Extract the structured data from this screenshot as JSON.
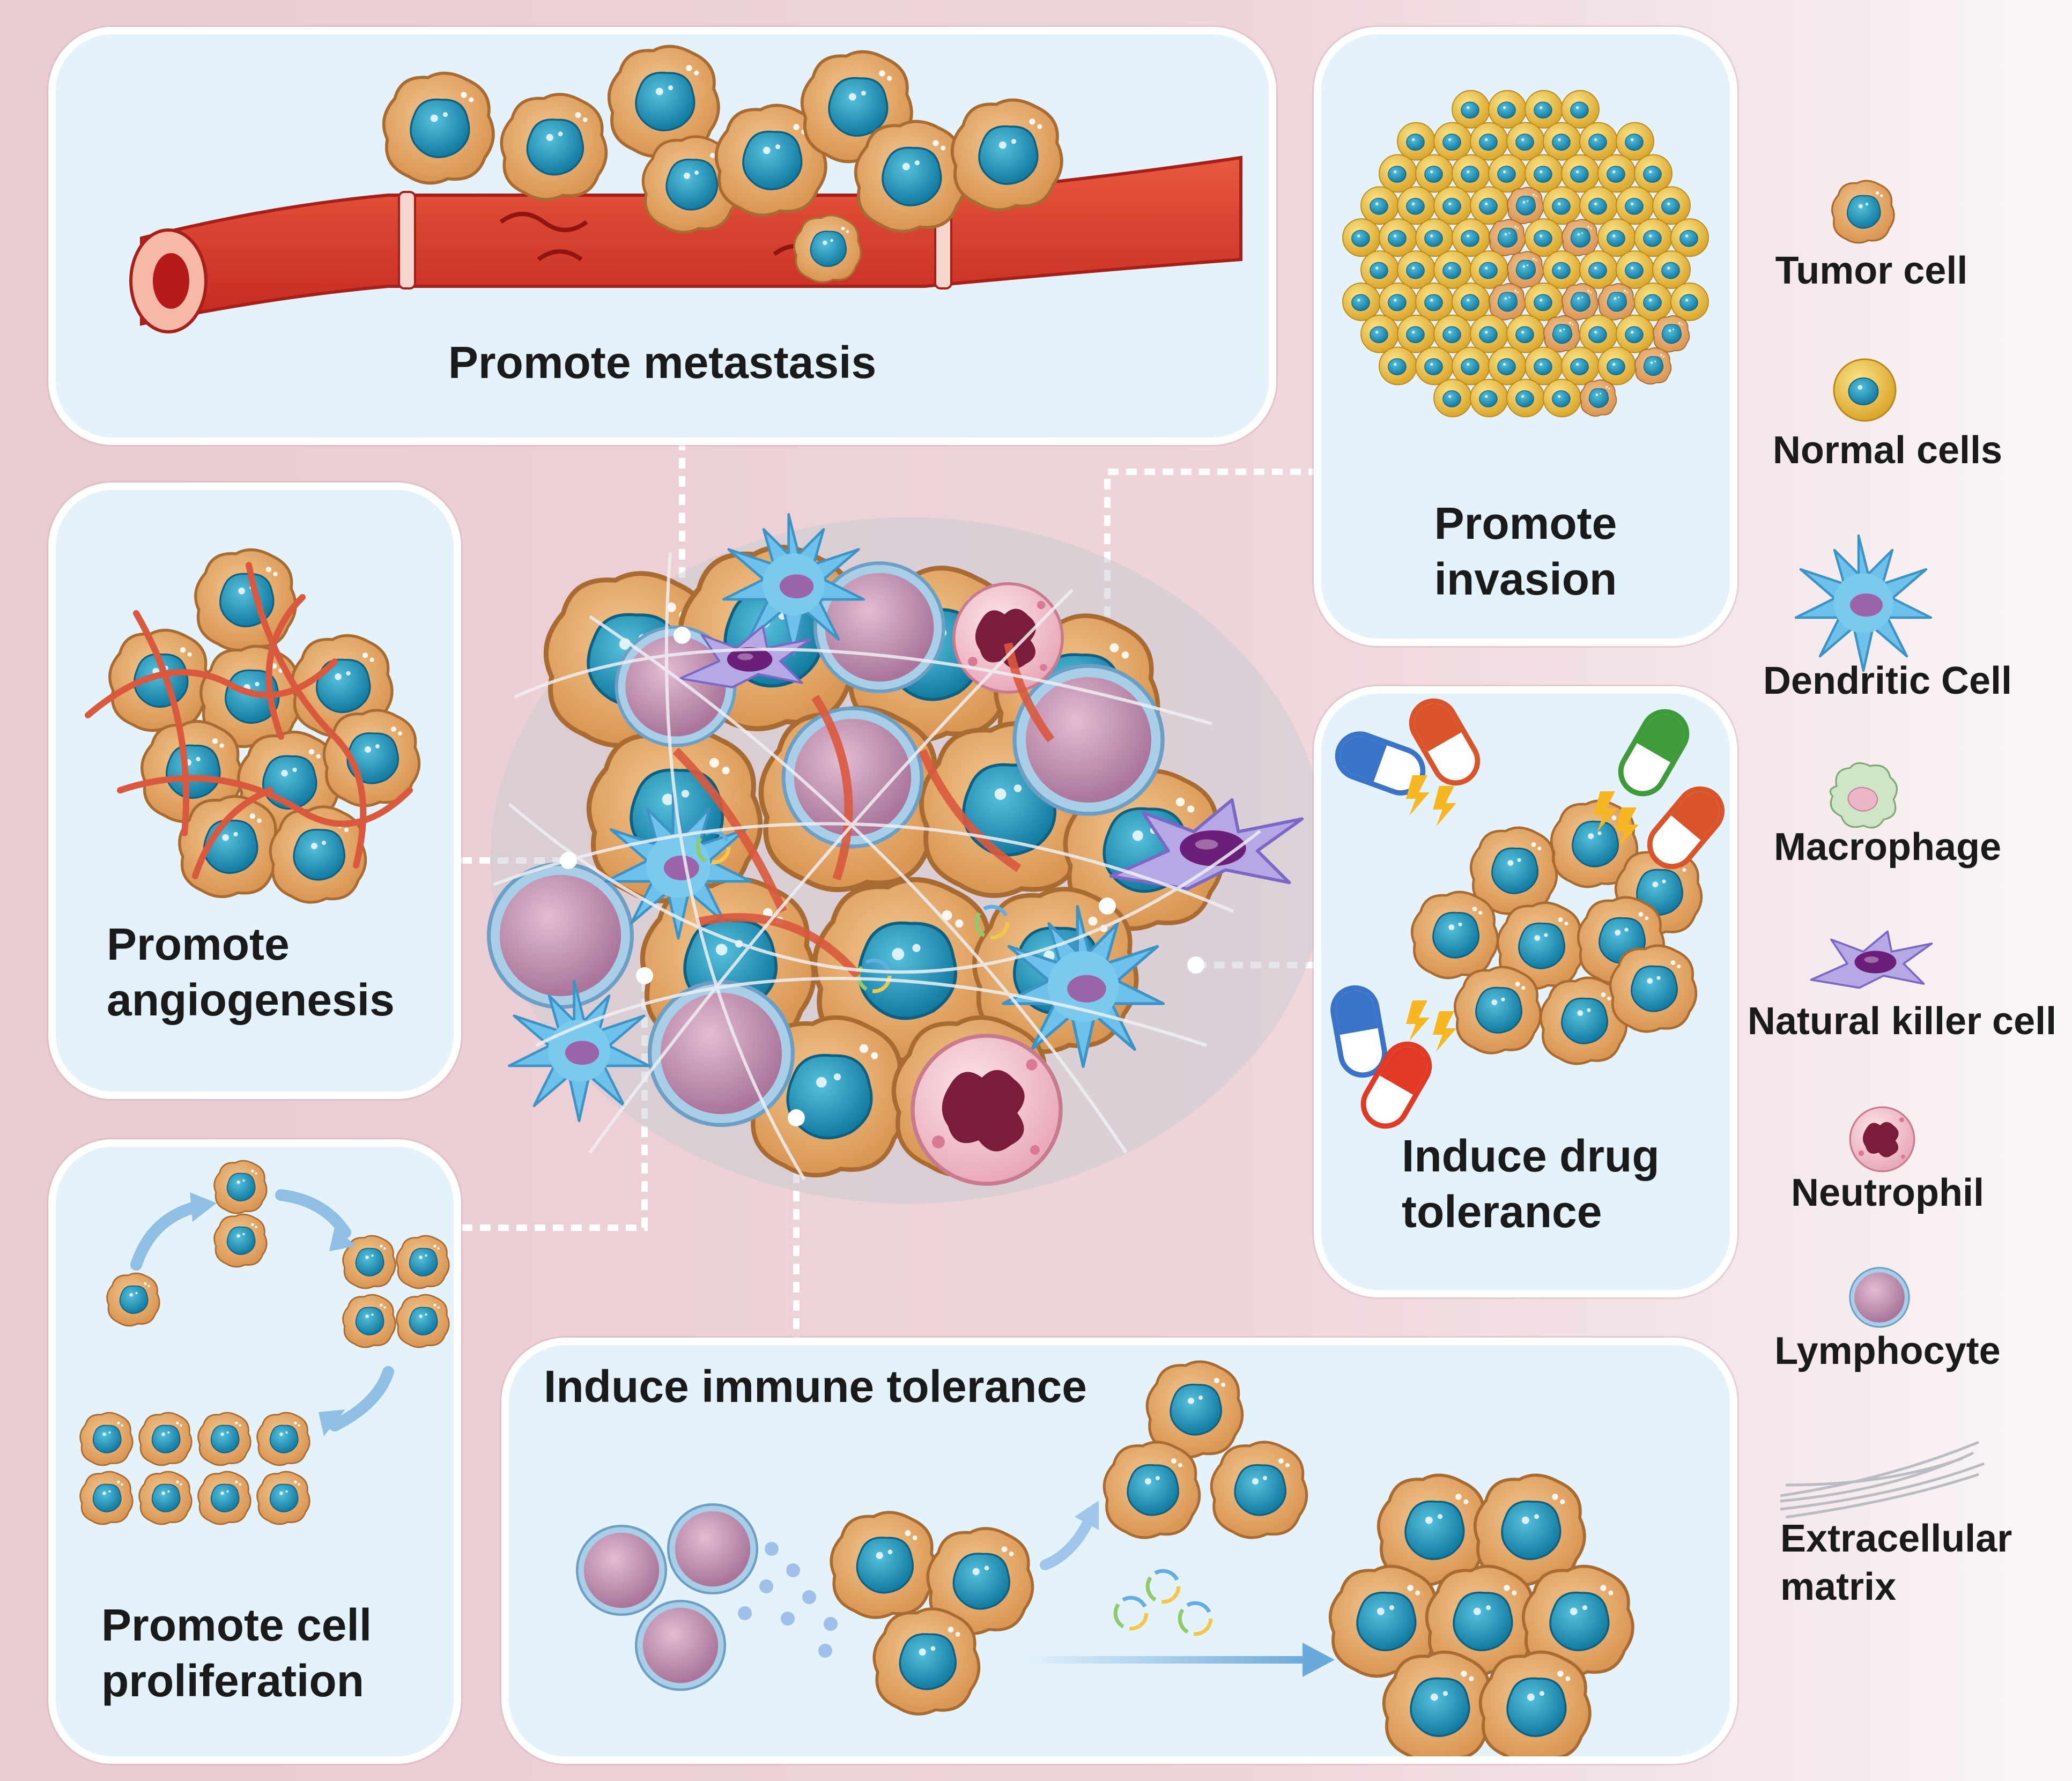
{
  "panels": {
    "metastasis": {
      "title": "Promote metastasis"
    },
    "invasion": {
      "title_lines": [
        "Promote",
        "invasion"
      ]
    },
    "angiogenesis": {
      "title_lines": [
        "Promote",
        "angiogenesis"
      ]
    },
    "drug_tolerance": {
      "title_lines": [
        "Induce drug",
        "tolerance"
      ]
    },
    "proliferation": {
      "title_lines": [
        "Promote cell",
        "proliferation"
      ]
    },
    "immune_tolerance": {
      "title": "Induce immune tolerance"
    }
  },
  "legend": [
    {
      "icon": "tumor-cell-icon",
      "label_lines": [
        "Tumor cell"
      ]
    },
    {
      "icon": "normal-cell-icon",
      "label_lines": [
        "Normal cells"
      ]
    },
    {
      "icon": "dendritic-cell-icon",
      "label_lines": [
        "Dendritic Cell"
      ]
    },
    {
      "icon": "macrophage-icon",
      "label_lines": [
        "Macrophage"
      ]
    },
    {
      "icon": "natural-killer-cell-icon",
      "label_lines": [
        "Natural killer cell"
      ]
    },
    {
      "icon": "neutrophil-icon",
      "label_lines": [
        "Neutrophil"
      ]
    },
    {
      "icon": "lymphocyte-icon",
      "label_lines": [
        "Lymphocyte"
      ]
    },
    {
      "icon": "extracellular-matrix-icon",
      "label_lines": [
        "Extracellular",
        "matrix"
      ]
    }
  ],
  "colors": {
    "tumor_outer": "#e3a866",
    "tumor_edge": "#b77a3e",
    "tumor_nucleus": "#1f8fb3",
    "normal_outer": "#f2cb45",
    "vessel": "#d93a2e",
    "lymphocyte": "#c89ab8",
    "panel_fill": "#e3f2fb",
    "background": "#ecd0d6"
  }
}
